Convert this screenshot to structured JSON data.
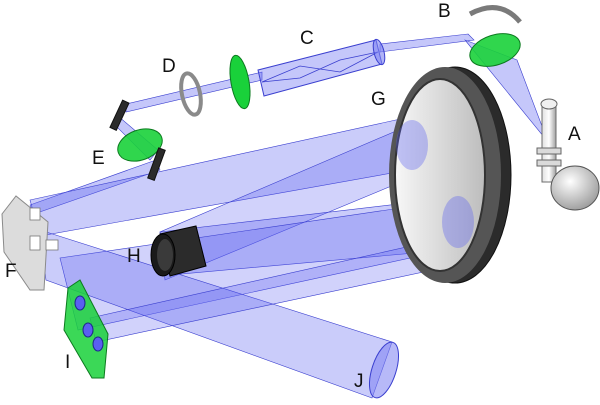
{
  "labels": {
    "a": "A",
    "b": "B",
    "c": "C",
    "d": "D",
    "e": "E",
    "f": "F",
    "g": "G",
    "h": "H",
    "i": "I",
    "j": "J"
  },
  "colors": {
    "beam": "#5a5ff0",
    "beam_edge": "#3a3fcf",
    "optic_green": "#19d13a",
    "mirror_dark": "#2b2b2b",
    "mirror_rim": "#555555",
    "grey": "#cfcfcf",
    "label": "#111111"
  },
  "icons": {
    "lamp": "xenon-lamp-icon",
    "lens": "lens-icon",
    "polarizer": "polarizer-icon",
    "mirror": "mirror-icon"
  }
}
